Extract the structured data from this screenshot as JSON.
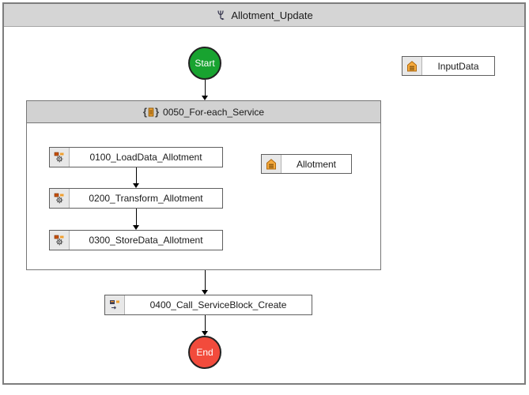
{
  "window": {
    "title": "Allotment_Update"
  },
  "diagram": {
    "start": {
      "label": "Start",
      "color": "#18a330"
    },
    "end": {
      "label": "End",
      "color": "#f24b3c"
    },
    "foreach_group": {
      "label": "0050_For-each_Service"
    },
    "tasks": [
      {
        "label": "0100_LoadData_Allotment"
      },
      {
        "label": "0200_Transform_Allotment"
      },
      {
        "label": "0300_StoreData_Allotment"
      },
      {
        "label": "0400_Call_ServiceBlock_Create"
      }
    ],
    "data_objects": [
      {
        "label": "InputData"
      },
      {
        "label": "Allotment"
      }
    ]
  },
  "colors": {
    "titlebar_bg": "#d5d5d5",
    "group_header_bg": "#d2d2d2",
    "frame_border": "#7d7d7d",
    "data_icon_orange": "#f5a93c",
    "task_icon_orange": "#e07a1e"
  }
}
